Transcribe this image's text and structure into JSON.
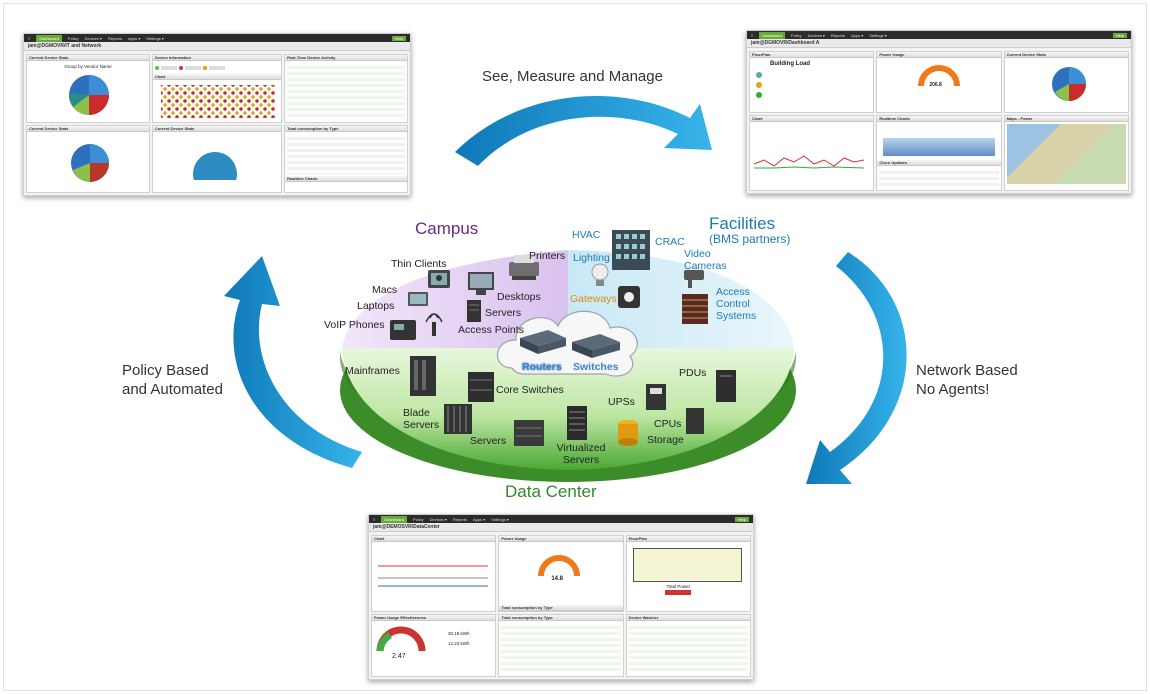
{
  "arrows": {
    "top": "See, Measure and Manage",
    "left_line1": "Policy Based",
    "left_line2": "and Automated",
    "right_line1": "Network Based",
    "right_line2": "No Agents!"
  },
  "colors": {
    "arrow": "#1f9ad6",
    "campus": "#dcc6ef",
    "facilities": "#d3ecf6",
    "datacenter": "#8fd06b",
    "ui_green": "#6aa83a"
  },
  "sections": {
    "campus": {
      "title": "Campus",
      "items": [
        "Thin Clients",
        "Printers",
        "Macs",
        "Laptops",
        "Desktops",
        "Servers",
        "Access Points",
        "VoIP Phones"
      ]
    },
    "facilities": {
      "title": "Facilities",
      "subtitle": "(BMS partners)",
      "items": [
        "HVAC",
        "CRAC",
        "Lighting",
        "Video Cameras",
        "Gateways",
        "Access Control Systems"
      ]
    },
    "core": {
      "routers": "Routers",
      "switches": "Switches"
    },
    "datacenter": {
      "title": "Data Center",
      "items": [
        "Mainframes",
        "Core Switches",
        "PDUs",
        "UPSs",
        "Blade Servers",
        "Servers",
        "Virtualized Servers",
        "CPUs",
        "Storage"
      ]
    }
  },
  "screens": {
    "top_left": {
      "title": "jam@DGMOVR/IT and Network",
      "panels": [
        "Current Device Stats",
        "Device Information",
        "Real-Time Device Activity",
        "Chart",
        "Total consumption by Type",
        "Current Device Stats",
        "Realtime Charts"
      ],
      "subtitle": "Group by Vendor Name"
    },
    "top_right": {
      "title": "jam@DGMOVR/Dashboard A",
      "panels": [
        "FloorPlan",
        "Power Usage",
        "Current Device Stats",
        "Chart",
        "Realtime Charts",
        "Maps - Power",
        "Cisco Updates"
      ],
      "building": "Building Load",
      "gauge": "206.8"
    },
    "bottom": {
      "title": "jam@DEMOSVR/DataCenter",
      "panels": [
        "Chart",
        "Power Usage",
        "FloorPlan",
        "Power Usage Effectiveness",
        "Total consumption by Type",
        "Device Watcher"
      ],
      "gauge": "14.8",
      "pue": "2.47",
      "kwh1": "30.18 kWh",
      "kwh2": "12.23 kWh",
      "total": "Total Power"
    }
  }
}
